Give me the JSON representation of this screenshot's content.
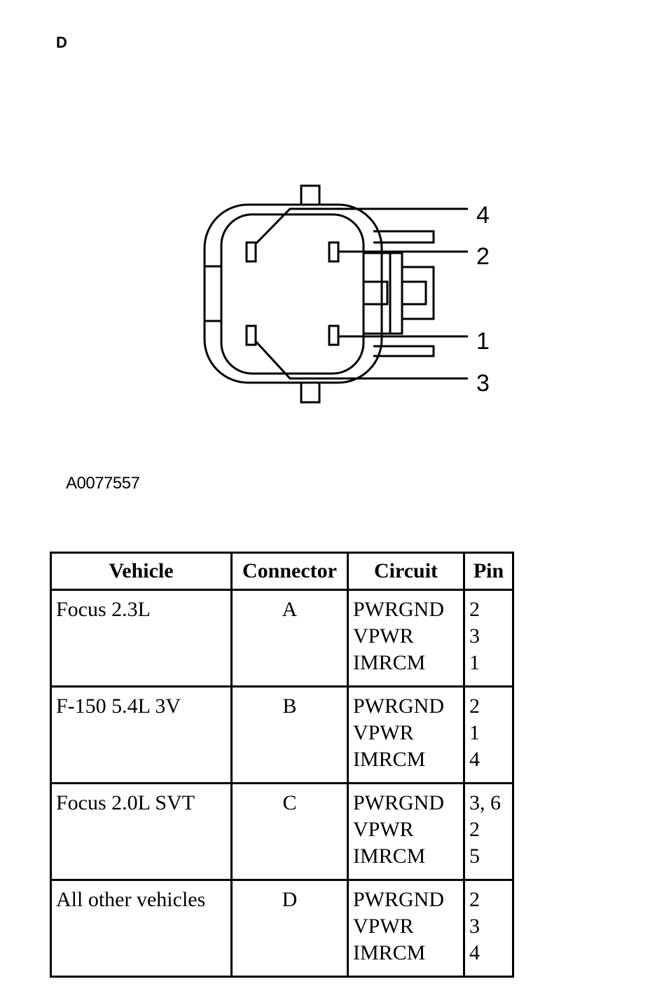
{
  "diagram_label": "D",
  "pin_labels": [
    "4",
    "2",
    "1",
    "3"
  ],
  "figure_id": "A0077557",
  "table": {
    "headers": {
      "vehicle": "Vehicle",
      "connector": "Connector",
      "circuit": "Circuit",
      "pin": "Pin"
    },
    "rows": [
      {
        "vehicle": "Focus 2.3L",
        "connector": "A",
        "circuits": [
          "PWRGND",
          "VPWR",
          "IMRCM"
        ],
        "pins": [
          "2",
          "3",
          "1"
        ]
      },
      {
        "vehicle": "F-150 5.4L 3V",
        "connector": "B",
        "circuits": [
          "PWRGND",
          "VPWR",
          "IMRCM"
        ],
        "pins": [
          "2",
          "1",
          "4"
        ]
      },
      {
        "vehicle": "Focus 2.0L SVT",
        "connector": "C",
        "circuits": [
          "PWRGND",
          "VPWR",
          "IMRCM"
        ],
        "pins": [
          "3, 6",
          "2",
          "5"
        ]
      },
      {
        "vehicle": "All other vehicles",
        "connector": "D",
        "circuits": [
          "PWRGND",
          "VPWR",
          "IMRCM"
        ],
        "pins": [
          "2",
          "3",
          "4"
        ]
      }
    ]
  }
}
